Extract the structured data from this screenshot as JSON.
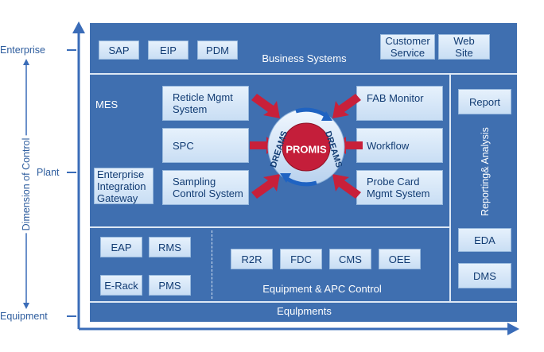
{
  "axis": {
    "y_levels": {
      "top": "Enterprise",
      "middle": "Plant",
      "bottom": "Equipment"
    },
    "y_title": "Dimension of Control"
  },
  "business": {
    "title": "Business Systems",
    "items": [
      "SAP",
      "EIP",
      "PDM",
      "Customer Service",
      "Web Site"
    ]
  },
  "mes": {
    "label": "MES",
    "left_items": [
      "Reticle Mgmt System",
      "SPC",
      "Sampling Control System"
    ],
    "right_items": [
      "FAB Monitor",
      "Workflow",
      "Probe Card Mgmt System"
    ],
    "gateway": "Enterprise Integration Gateway",
    "core": {
      "center": "PROMIS",
      "ring_left": "DREAMS",
      "ring_right": "DREAMS"
    }
  },
  "reporting": {
    "title": "Reporting& Analysis",
    "items": [
      "Report",
      "EDA",
      "DMS"
    ]
  },
  "equipment_control": {
    "title": "Equipment & APC Control",
    "left_items": [
      "EAP",
      "RMS",
      "E-Rack",
      "PMS"
    ],
    "items": [
      "R2R",
      "FDC",
      "CMS",
      "OEE"
    ]
  },
  "equipments": {
    "title": "Equlpments"
  },
  "colors": {
    "panel": "#3f6fb0",
    "box": "#d6e6f8",
    "arrow": "#c8203a",
    "axis": "#2e5d9e"
  }
}
